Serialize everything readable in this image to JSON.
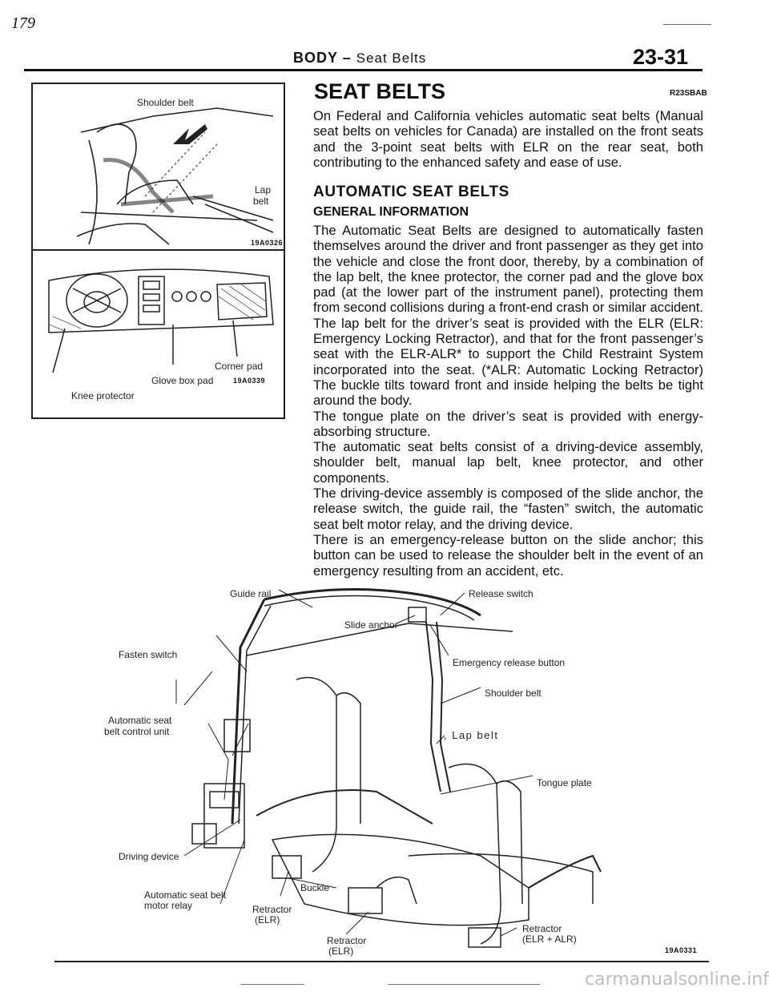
{
  "page": {
    "corner_mark": "179",
    "header_section": "BODY",
    "header_dash": "–",
    "header_topic": "Seat Belts",
    "page_number": "23-31"
  },
  "figure1": {
    "shoulder_belt": "Shoulder belt",
    "lap_belt_1": "Lap",
    "lap_belt_2": "belt",
    "code": "19A0326"
  },
  "figure2": {
    "corner_pad": "Corner pad",
    "glove_box_pad": "Glove box pad",
    "code": "19A0339",
    "knee_protector": "Knee protector"
  },
  "section": {
    "title": "SEAT BELTS",
    "code": "R23SBAB",
    "intro": "On Federal and California vehicles automatic seat belts (Manual seat belts on vehicles for Canada) are installed on the front seats and the 3-point seat belts with ELR on the rear seat, both contributing to the enhanced safety and ease of use.",
    "subtitle": "AUTOMATIC SEAT BELTS",
    "subsubtitle": "GENERAL INFORMATION",
    "paragraphs": [
      "The Automatic Seat Belts are designed to automatically fasten themselves around the driver and front passenger as they get into the vehicle and close the front door, thereby, by a combination of the lap belt, the knee protector, the corner pad and the glove box pad (at the lower part of the instrument panel), protecting them from second collisions during a front-end crash or similar accident.",
      "The lap belt for the driver’s seat is provided with the ELR (ELR: Emergency Locking Retractor), and that for the front passenger’s seat with the ELR-ALR* to support the Child Restraint System incorporated into the seat. (*ALR: Automatic Locking Retractor) The buckle tilts toward front and inside helping the belts be tight around the body.",
      "The tongue plate on the driver’s seat is provided with energy-absorbing structure.",
      "The automatic seat belts consist of a driving-device assembly, shoulder belt, manual lap belt, knee protector, and other components.",
      "The driving-device assembly is composed of the slide anchor, the release switch, the guide rail, the “fasten” switch, the automatic seat belt motor relay, and the driving device.",
      "There is an emergency-release button on the slide anchor; this button can be used to release the shoulder belt in the event of an emergency resulting from an accident, etc."
    ]
  },
  "figure3": {
    "guide_rail": "Guide rail",
    "release_switch": "Release switch",
    "slide_anchor": "Slide anchor",
    "fasten_switch": "Fasten switch",
    "emergency_release": "Emergency release button",
    "shoulder_belt": "Shoulder belt",
    "control_unit_1": "Automatic seat",
    "control_unit_2": "belt control unit",
    "lap_belt": ", Lap belt",
    "tongue_plate": "Tongue plate",
    "driving_device": "Driving device",
    "buckle": "Buckle",
    "motor_relay_1": "Automatic seat belt",
    "motor_relay_2": "motor relay",
    "retractor_elr_1": "Retractor",
    "retractor_elr_1b": "(ELR)",
    "retractor_elr_2": "Retractor",
    "retractor_elr_2b": "(ELR)",
    "retractor_elr_alr": "Retractor",
    "retractor_elr_alr_b": "(ELR + ALR)",
    "code": "19A0331"
  },
  "watermark": "carmanualsonline.info"
}
